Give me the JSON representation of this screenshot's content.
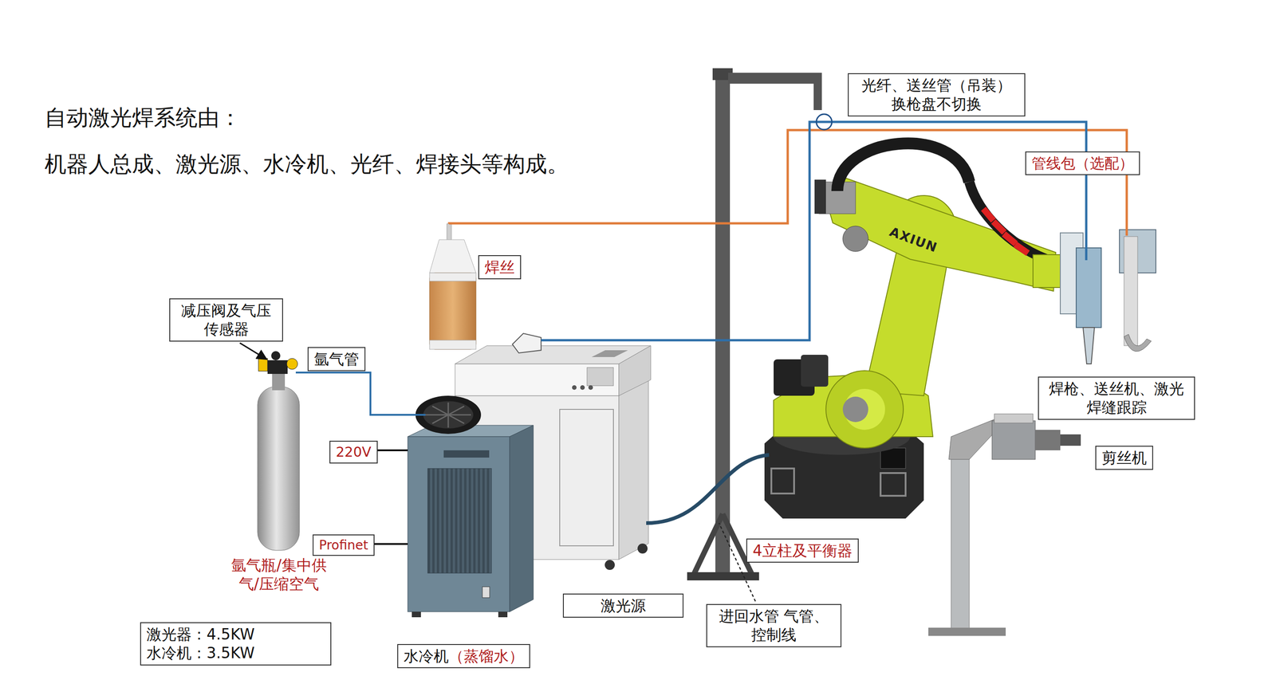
{
  "diagram": {
    "title": "自动激光焊系统由：",
    "nodes": [
      {
        "text": [
          "光纤、送丝管（吊装） 换枪盘不切换"
        ]
      },
      {
        "text": [
          "管线包（选配）"
        ]
      },
      {
        "text": [
          "焊丝"
        ]
      },
      {
        "text": [
          "减压阀及气压 传感器"
        ]
      },
      {
        "text": [
          "氩气管"
        ]
      },
      {
        "text": [
          "220V"
        ]
      },
      {
        "text": [
          "Profinet"
        ]
      },
      {
        "text": [
          "焊枪、送丝机、激光 焊缝跟踪"
        ]
      },
      {
        "text": [
          "剪丝机"
        ]
      },
      {
        "text": [
          "4立柱及平衡器"
        ]
      },
      {
        "text": [
          "进回水管 气管、控制线"
        ]
      },
      {
        "text": [
          "激光源"
        ]
      },
      {
        "text": [
          "水冷机",
          "（蒸馏水）"
        ]
      },
      {
        "text": [
          "激光器：4.5KW 水冷机：3.5KW"
        ]
      }
    ],
    "labels": [
      "机器人总成、激光源、水冷机、光纤、焊接头等构成。",
      "氩气瓶/集中供 气/压缩空气",
      "AXIUN"
    ]
  }
}
